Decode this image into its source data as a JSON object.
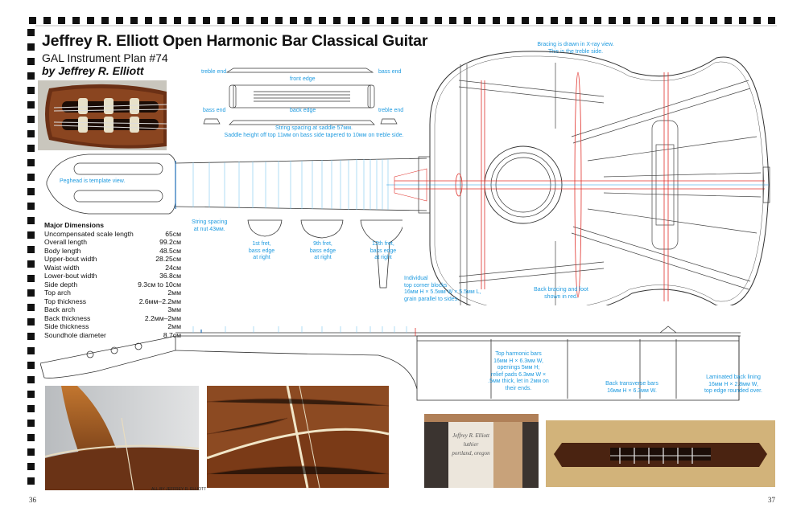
{
  "header": {
    "title": "Jeffrey R. Elliott Open Harmonic Bar Classical Guitar",
    "subtitle": "GAL Instrument Plan #74",
    "author": "by Jeffrey R. Elliott"
  },
  "bridge_labels": {
    "treble_end_top": "treble end",
    "bass_end_top": "bass end",
    "front_edge": "front edge",
    "back_edge": "back edge",
    "bass_end_bottom": "bass end",
    "treble_end_bottom": "treble end",
    "string_spacing_line1": "String spacing at saddle 57мм.",
    "string_spacing_line2": "Saddle height off top 11мм on bass side tapered to 10мм on treble side."
  },
  "notes": {
    "bracing_line1": "Bracing is drawn in X-ray view.",
    "bracing_line2": "This is the treble side.",
    "peghead": "Peghead is template view.",
    "nut_line1": "String spacing",
    "nut_line2": "at nut 43мм.",
    "fret1_line1": "1st fret,",
    "fret1_line2": "bass edge",
    "fret1_line3": "at right",
    "fret9_line1": "9th fret,",
    "fret9_line2": "bass edge",
    "fret9_line3": "at right",
    "fret12_line1": "12th fret,",
    "fret12_line2": "bass edge",
    "fret12_line3": "at right",
    "blocks_line1": "Individual",
    "blocks_line2": "top corner blocks",
    "blocks_line3": "16мм H × 5.5мм W × 5.5мм L,",
    "blocks_line4": "grain parallel to sides.",
    "backbracing_line1": "Back bracing and foot",
    "backbracing_line2": "shown in red.",
    "harmonic_line1": "Top harmonic bars",
    "harmonic_line2": "16мм H × 6.3мм W,",
    "harmonic_line3": "openings 5мм H;",
    "harmonic_line4": "relief pads 6.3мм W ×",
    "harmonic_line5": ".5мм thick, let in 2мм on",
    "harmonic_line6": "their ends.",
    "transverse_line1": "Back transverse bars",
    "transverse_line2": "16мм H × 6.3мм W.",
    "lining_line1": "Laminated back lining",
    "lining_line2": "16мм H × 2.8мм W,",
    "lining_line3": "top edge rounded over."
  },
  "dimensions": {
    "heading": "Major Dimensions",
    "rows": [
      {
        "label": "Uncompensated scale length",
        "value": "65см"
      },
      {
        "label": "Overall length",
        "value": "99.2см"
      },
      {
        "label": "Body length",
        "value": "48.5см"
      },
      {
        "label": "Upper-bout width",
        "value": "28.25см"
      },
      {
        "label": "Waist width",
        "value": "24см"
      },
      {
        "label": "Lower-bout width",
        "value": "36.8см"
      },
      {
        "label": "Side depth",
        "value": "9.3см to 10см"
      },
      {
        "label": "Top arch",
        "value": "2мм"
      },
      {
        "label": "Top thickness",
        "value": "2.6мм–2.2мм"
      },
      {
        "label": "Back arch",
        "value": "3мм"
      },
      {
        "label": "Back thickness",
        "value": "2.2мм–2мм"
      },
      {
        "label": "Side thickness",
        "value": "2мм"
      },
      {
        "label": "Soundhole diameter",
        "value": "8.7см"
      }
    ]
  },
  "footer": {
    "credit": "ALL BY JEFFREY R. ELLIOTT",
    "page_left": "36",
    "page_right": "37"
  },
  "label_card": {
    "line1": "Jeffrey R. Elliott",
    "line2": "luthier",
    "line3": "portland, oregon"
  },
  "colors": {
    "accent_blue": "#1f9be0",
    "bracing_red": "#e0302a",
    "wood_dark": "#5a2a12",
    "wood_mid": "#a4562a"
  }
}
